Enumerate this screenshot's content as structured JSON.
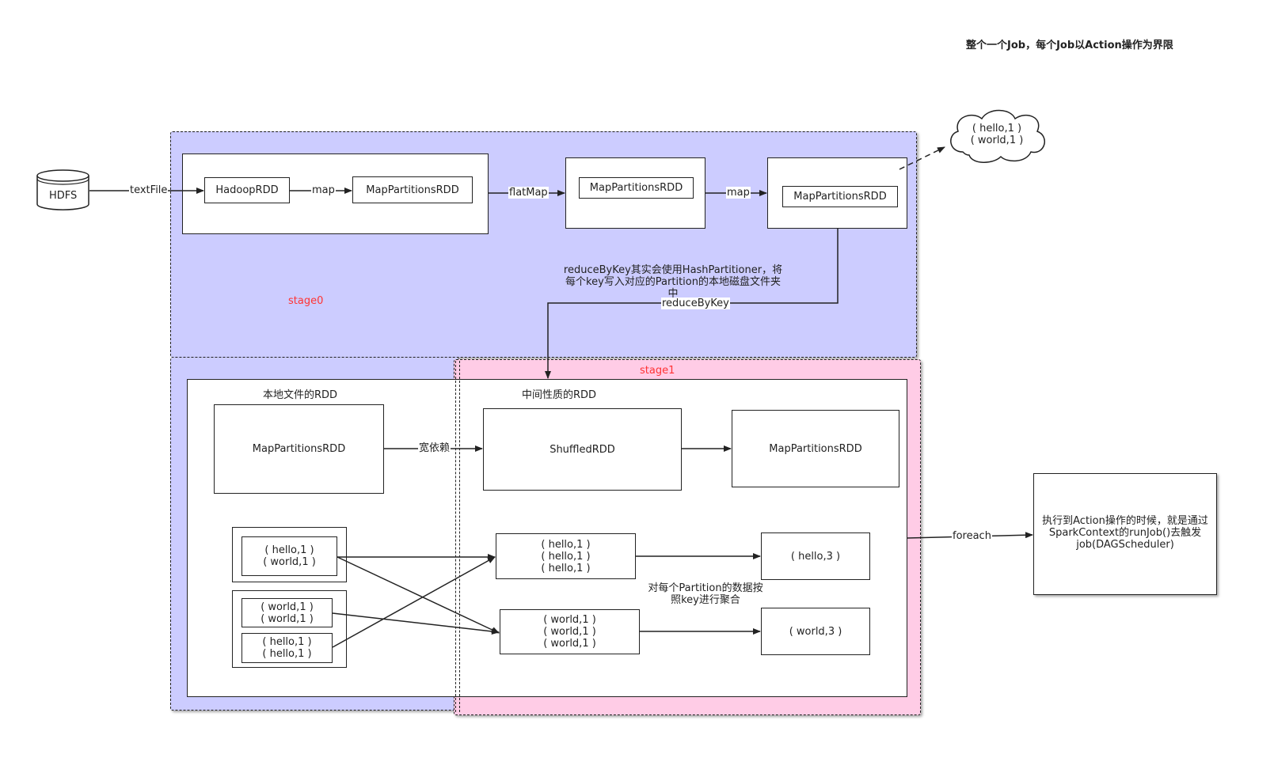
{
  "title": "整个一个Job，每个Job以Action操作为界限",
  "hdfs": "HDFS",
  "stages": {
    "stage0": "stage0",
    "stage1": "stage1"
  },
  "stage0_row": {
    "hadoop_rdd": "HadoopRDD",
    "map_partitions_1": "MapPartitionsRDD",
    "map_partitions_2": "MapPartitionsRDD",
    "map_partitions_3": "MapPartitionsRDD"
  },
  "edges": {
    "textfile": "textFile",
    "map1": "map",
    "flatmap": "flatMap",
    "map2": "map",
    "reducebykey": "reduceByKey",
    "wide_dependency": "宽依赖",
    "foreach": "foreach"
  },
  "cloud": {
    "line1": "( hello,1 )",
    "line2": "( world,1 )"
  },
  "reduce_note": {
    "line1": "reduceByKey其实会使用HashPartitioner，将",
    "line2": "每个key写入对应的Partition的本地磁盘文件夹",
    "line3": "中"
  },
  "local_rdd_label": "本地文件的RDD",
  "intermediate_rdd_label": "中间性质的RDD",
  "local_map_partitions": "MapPartitionsRDD",
  "shuffled_rdd": "ShuffledRDD",
  "final_map_partitions": "MapPartitionsRDD",
  "partition_a": {
    "line1": "( hello,1 )",
    "line2": "( world,1 )"
  },
  "partition_b1": {
    "line1": "( world,1 )",
    "line2": "( world,1 )"
  },
  "partition_b2": {
    "line1": "( hello,1 )",
    "line2": "( hello,1 )"
  },
  "shuffle_hello": {
    "line1": "( hello,1 )",
    "line2": "( hello,1 )",
    "line3": "( hello,1 )"
  },
  "shuffle_world": {
    "line1": "( world,1 )",
    "line2": "( world,1 )",
    "line3": "( world,1 )"
  },
  "result_hello": "( hello,3 )",
  "result_world": "( world,3 )",
  "aggregate_note": {
    "line1": "对每个Partition的数据按",
    "line2": "照key进行聚合"
  },
  "action_note": {
    "line1": "执行到Action操作的时候，就是通过",
    "line2": "SparkContext的runJob()去触发",
    "line3": "job(DAGScheduler)"
  }
}
